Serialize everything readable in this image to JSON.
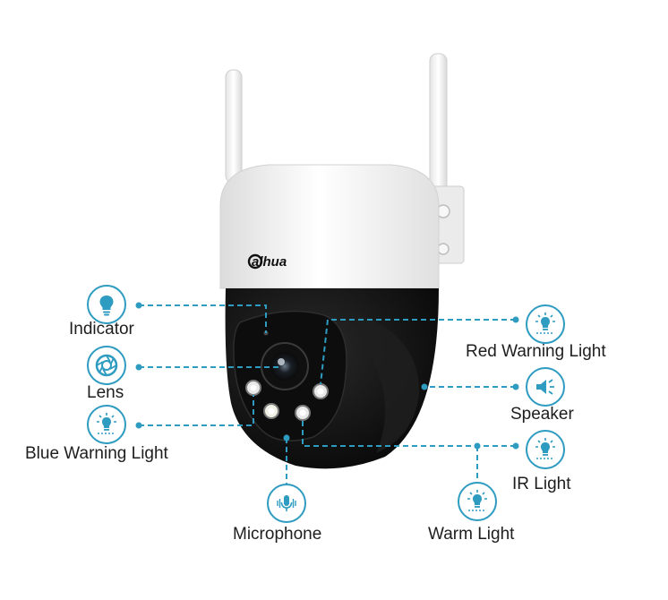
{
  "camera": {
    "brand": "alhua"
  },
  "colors": {
    "accent": "#2e9bc0",
    "camera_top": "#f4f4f4",
    "camera_body": "#111111",
    "label_text": "#1e1e1e"
  },
  "callouts": [
    {
      "id": "indicator",
      "label": "Indicator",
      "icon": "bulb-icon"
    },
    {
      "id": "lens",
      "label": "Lens",
      "icon": "aperture-icon"
    },
    {
      "id": "blue-warning-light",
      "label": "Blue Warning Light",
      "icon": "light-icon"
    },
    {
      "id": "microphone",
      "label": "Microphone",
      "icon": "microphone-icon"
    },
    {
      "id": "red-warning-light",
      "label": "Red Warning Light",
      "icon": "light-icon"
    },
    {
      "id": "speaker",
      "label": "Speaker",
      "icon": "speaker-icon"
    },
    {
      "id": "ir-light",
      "label": "IR Light",
      "icon": "light-icon"
    },
    {
      "id": "warm-light",
      "label": "Warm Light",
      "icon": "light-icon"
    }
  ]
}
